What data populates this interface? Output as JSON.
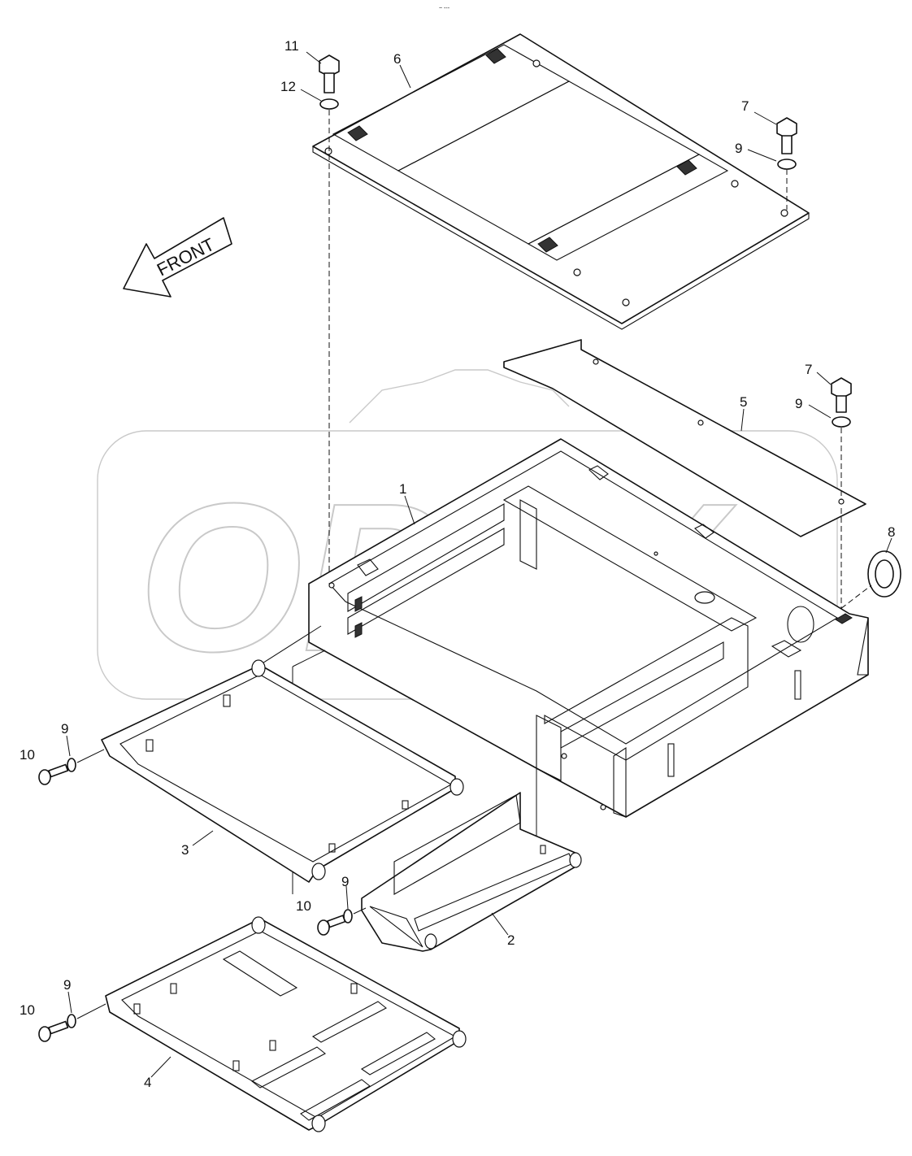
{
  "arrow_label": "FRONT",
  "watermark_text": "OPEX",
  "header_mark": "~ ---",
  "callouts": {
    "c1": "1",
    "c2": "2",
    "c3": "3",
    "c4": "4",
    "c5": "5",
    "c6": "6",
    "c7a": "7",
    "c7b": "7",
    "c8": "8",
    "c9a": "9",
    "c9b": "9",
    "c9c": "9",
    "c9d": "9",
    "c9e": "9",
    "c10a": "10",
    "c10b": "10",
    "c10c": "10",
    "c11": "11",
    "c12": "12"
  }
}
